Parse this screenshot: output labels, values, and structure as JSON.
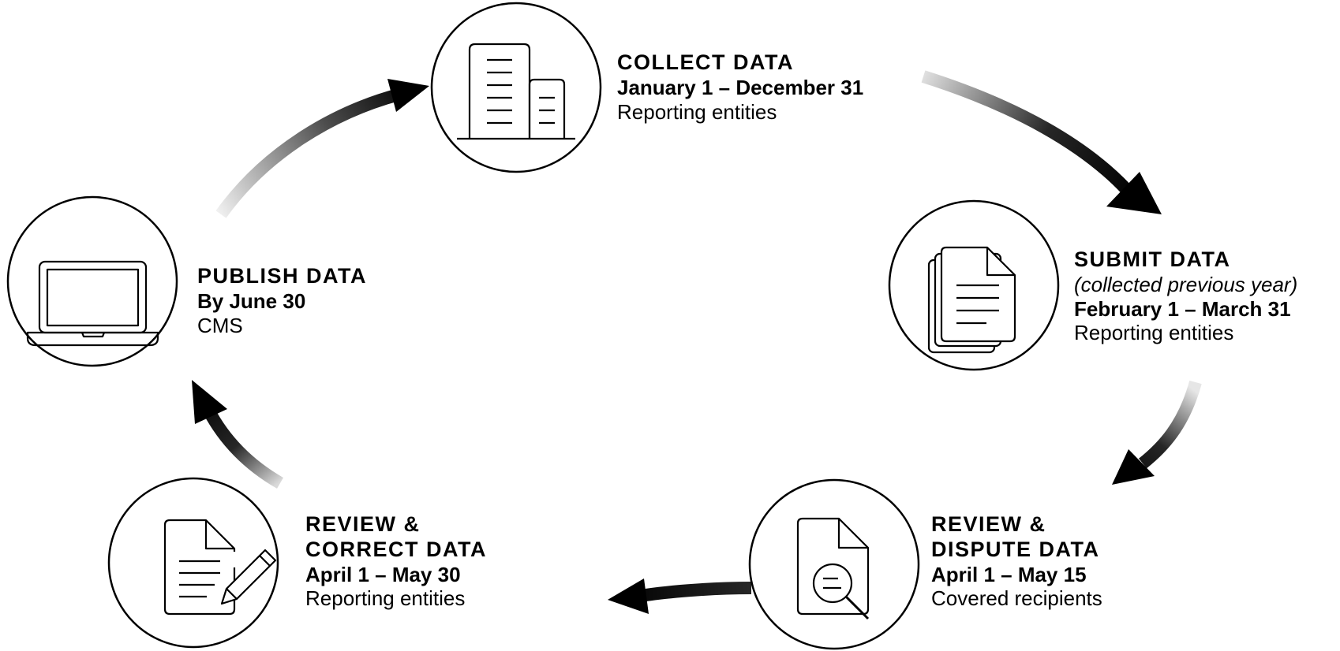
{
  "steps": {
    "collect": {
      "title": "COLLECT DATA",
      "dates": "January 1 – December 31",
      "who": "Reporting entities",
      "icon": "buildings-icon"
    },
    "submit": {
      "title": "SUBMIT DATA",
      "note": "(collected previous year)",
      "dates": "February 1 – March 31",
      "who": "Reporting entities",
      "icon": "documents-stack-icon"
    },
    "dispute": {
      "title_line1": "REVIEW &",
      "title_line2": "DISPUTE DATA",
      "dates": "April 1 – May 15",
      "who": "Covered recipients",
      "icon": "document-search-icon"
    },
    "correct": {
      "title_line1": "REVIEW &",
      "title_line2": "CORRECT DATA",
      "dates": "April 1 – May 30",
      "who": "Reporting entities",
      "icon": "document-edit-icon"
    },
    "publish": {
      "title": "PUBLISH DATA",
      "dates": "By June 30",
      "who": "CMS",
      "icon": "laptop-icon"
    }
  },
  "colors": {
    "stroke": "#000000",
    "background": "#ffffff"
  }
}
